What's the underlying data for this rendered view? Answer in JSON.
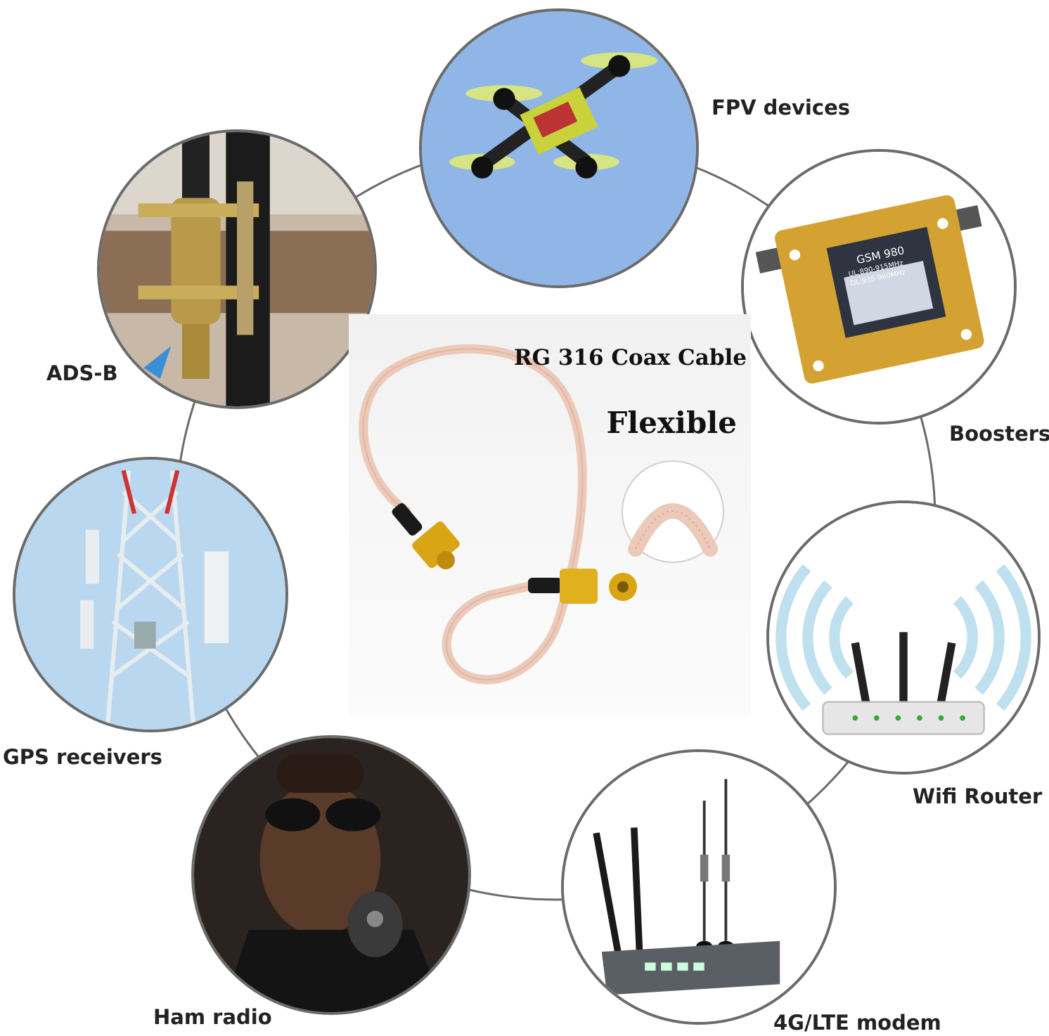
{
  "center": {
    "title": "RG 316 Coax Cable",
    "subtitle": "Flexible"
  },
  "applications": [
    {
      "label": "FPV devices",
      "icon": "drone-icon"
    },
    {
      "label": "Boosters",
      "icon": "signal-booster-icon"
    },
    {
      "label": "Wifi Router",
      "icon": "wifi-router-icon"
    },
    {
      "label": "4G/LTE modem",
      "icon": "lte-modem-icon"
    },
    {
      "label": "Ham radio",
      "icon": "ham-radio-icon"
    },
    {
      "label": "GPS receivers",
      "icon": "cell-tower-icon"
    },
    {
      "label": "ADS-B",
      "icon": "antenna-mount-icon"
    }
  ],
  "booster_screen": {
    "model": "GSM 980",
    "ul": "UL:890-915MHz",
    "dl": "DL:935-960MHz"
  },
  "colors": {
    "ring": "#6b6b6b",
    "cable": "#ecc9b8",
    "connector": "#d9a514",
    "sky": "#8fb6e6",
    "booster": "#d4a233"
  }
}
